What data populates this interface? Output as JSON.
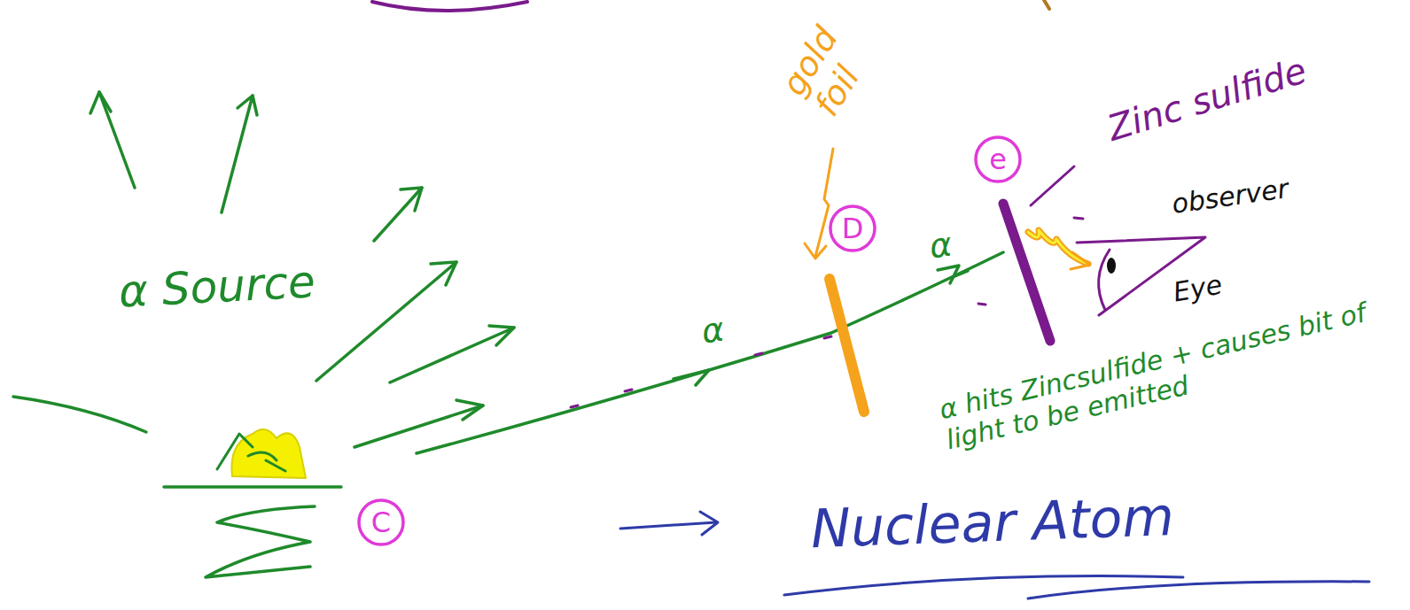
{
  "diagram": {
    "nodes": [
      {
        "text": [
          "C"
        ]
      },
      {
        "text": [
          "D"
        ]
      },
      {
        "text": [
          "e"
        ]
      }
    ],
    "labels": [
      "α Source",
      "gold foil",
      "α",
      "α",
      "Zinc sulfide",
      "observer",
      "Eye",
      "α hits Zincsulfide + causes bit of light to be emitted",
      "Nuclear Atom"
    ]
  }
}
